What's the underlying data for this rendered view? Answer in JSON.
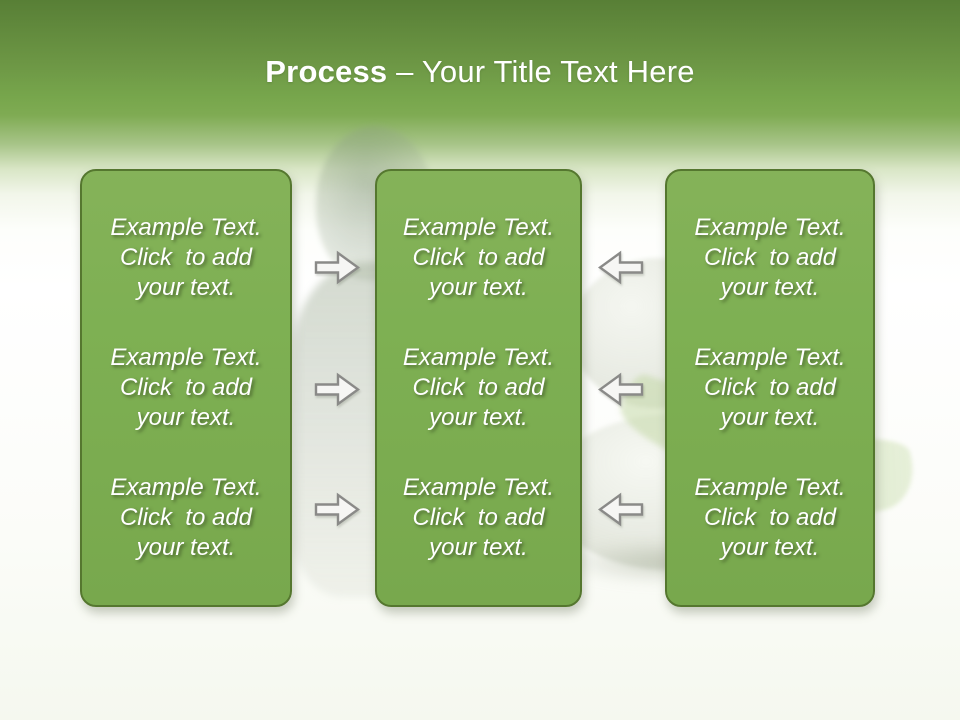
{
  "title": {
    "bold_part": "Process",
    "rest_part": "– Your Title Text Here"
  },
  "placeholder_full_text": "Example Text. Click  to add your text.",
  "columns": [
    {
      "position": "left",
      "blocks": [
        {
          "lines": [
            "Example Text.",
            "Click  to add",
            "your text."
          ]
        },
        {
          "lines": [
            "Example Text.",
            "Click  to add",
            "your text."
          ]
        },
        {
          "lines": [
            "Example Text.",
            "Click  to add",
            "your text."
          ]
        }
      ]
    },
    {
      "position": "middle",
      "blocks": [
        {
          "lines": [
            "Example Text.",
            "Click  to add",
            "your text."
          ]
        },
        {
          "lines": [
            "Example Text.",
            "Click  to add",
            "your text."
          ]
        },
        {
          "lines": [
            "Example Text.",
            "Click  to add",
            "your text."
          ]
        }
      ]
    },
    {
      "position": "right",
      "blocks": [
        {
          "lines": [
            "Example Text.",
            "Click  to add",
            "your text."
          ]
        },
        {
          "lines": [
            "Example Text.",
            "Click  to add",
            "your text."
          ]
        },
        {
          "lines": [
            "Example Text.",
            "Click  to add",
            "your text."
          ]
        }
      ]
    }
  ],
  "arrows": {
    "forward_group": {
      "direction": "right",
      "count": 3,
      "icon": "block-arrow-right-icon"
    },
    "backward_group": {
      "direction": "left",
      "count": 3,
      "icon": "block-arrow-left-icon"
    }
  },
  "background_art": [
    "buddha-statue",
    "zen-stones",
    "green-leaf"
  ],
  "colors": {
    "header_green_top": "#587f36",
    "header_green_bottom": "#79a84e",
    "box_fill": "#7eb053",
    "box_border": "#55772f",
    "placeholder_text": "#ffffff",
    "arrow_fill": "#f6f6f4",
    "arrow_stroke": "#8a8a88"
  }
}
